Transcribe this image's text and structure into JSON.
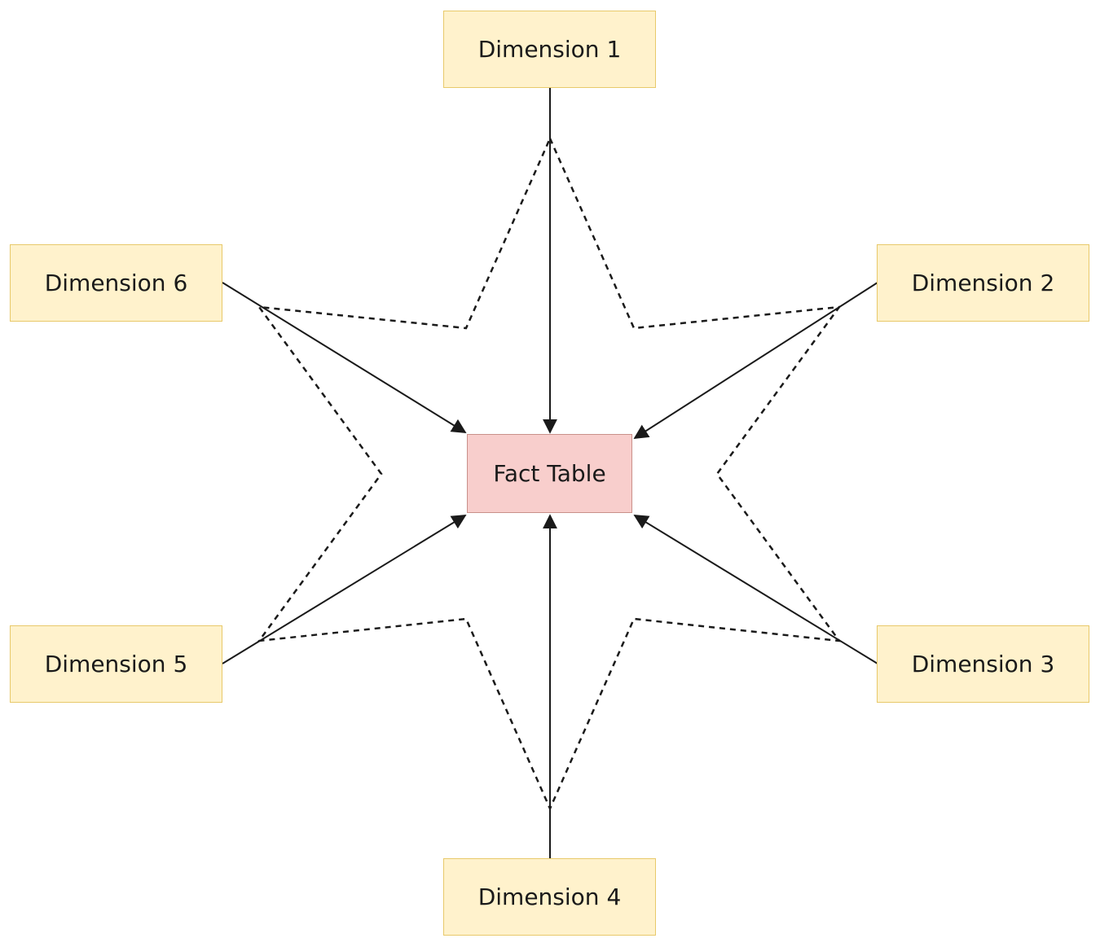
{
  "fact": {
    "label": "Fact Table"
  },
  "dimensions": [
    {
      "id": "dim1",
      "label": "Dimension 1"
    },
    {
      "id": "dim2",
      "label": "Dimension 2"
    },
    {
      "id": "dim3",
      "label": "Dimension 3"
    },
    {
      "id": "dim4",
      "label": "Dimension 4"
    },
    {
      "id": "dim5",
      "label": "Dimension 5"
    },
    {
      "id": "dim6",
      "label": "Dimension 6"
    }
  ],
  "connections": [
    {
      "from": "dim1",
      "to": "fact"
    },
    {
      "from": "dim2",
      "to": "fact"
    },
    {
      "from": "dim3",
      "to": "fact"
    },
    {
      "from": "dim4",
      "to": "fact"
    },
    {
      "from": "dim5",
      "to": "fact"
    },
    {
      "from": "dim6",
      "to": "fact"
    }
  ],
  "colors": {
    "dimension_fill": "#fff2cc",
    "dimension_border": "#e8c96a",
    "fact_fill": "#f8cecc",
    "fact_border": "#c9908a",
    "line": "#1a1a1a"
  },
  "overlay": {
    "shape": "six-pointed-star",
    "style": "dashed"
  }
}
